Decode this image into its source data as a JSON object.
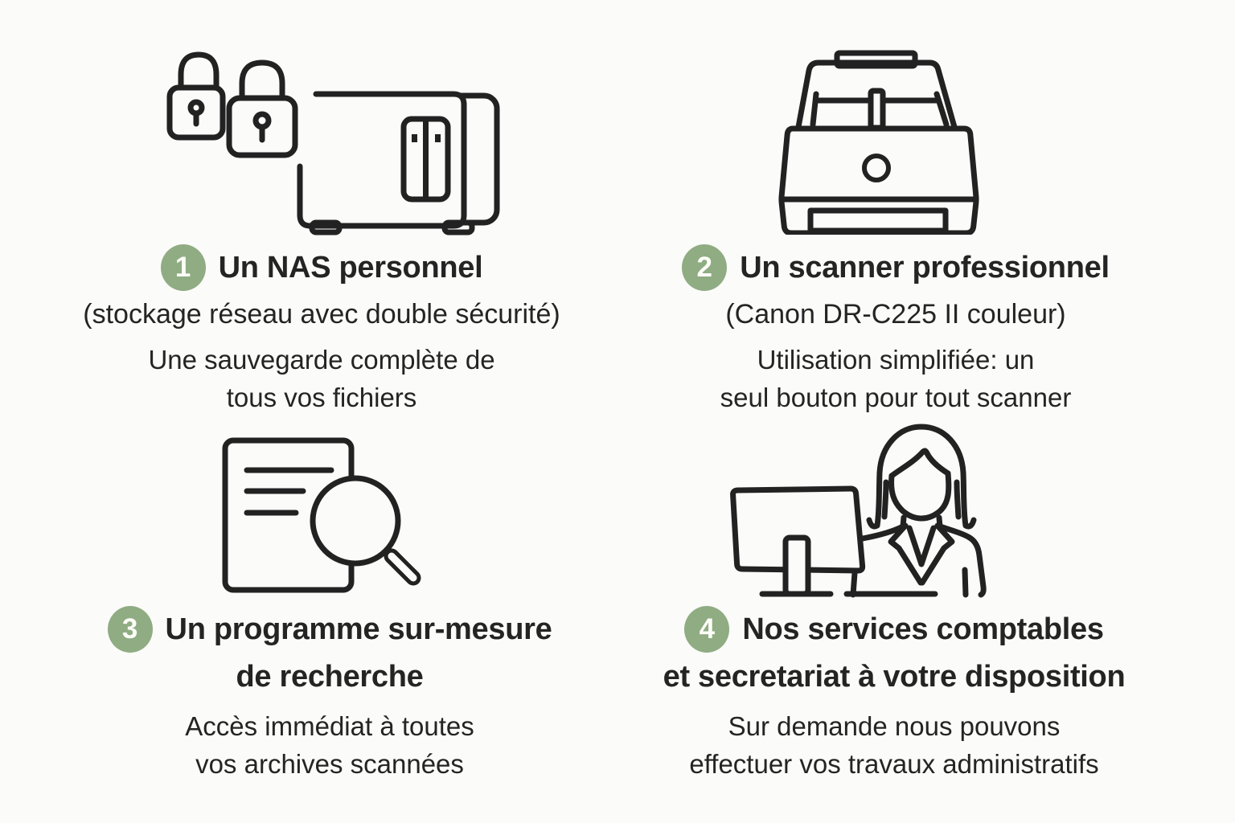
{
  "theme": {
    "background": "#fbfbf9",
    "line_color": "#222222",
    "badge_green": "#8fac83",
    "badge_number_color": "#fdfdf8",
    "text_color": "#242424"
  },
  "items": [
    {
      "number": "1",
      "icon": "nas-double-padlock-icon",
      "title": "Un NAS personnel",
      "subtitle": "(stockage réseau avec double sécurité)",
      "desc1": "Une sauvegarde complète de",
      "desc2": "tous vos fichiers"
    },
    {
      "number": "2",
      "icon": "document-scanner-icon",
      "title": "Un scanner professionnel",
      "subtitle": "(Canon DR-C225 II couleur)",
      "desc1": "Utilisation simplifiée: un",
      "desc2": "seul bouton pour tout scanner"
    },
    {
      "number": "3",
      "icon": "document-search-icon",
      "title": "Un programme sur-mesure",
      "title2": "de recherche",
      "desc1": "Accès immédiat à toutes",
      "desc2": "vos archives scannées"
    },
    {
      "number": "4",
      "icon": "secretary-at-computer-icon",
      "title": "Nos services comptables",
      "title2": "et secretariat à votre disposition",
      "desc1": "Sur demande nous pouvons",
      "desc2": "effectuer vos travaux administratifs"
    }
  ]
}
